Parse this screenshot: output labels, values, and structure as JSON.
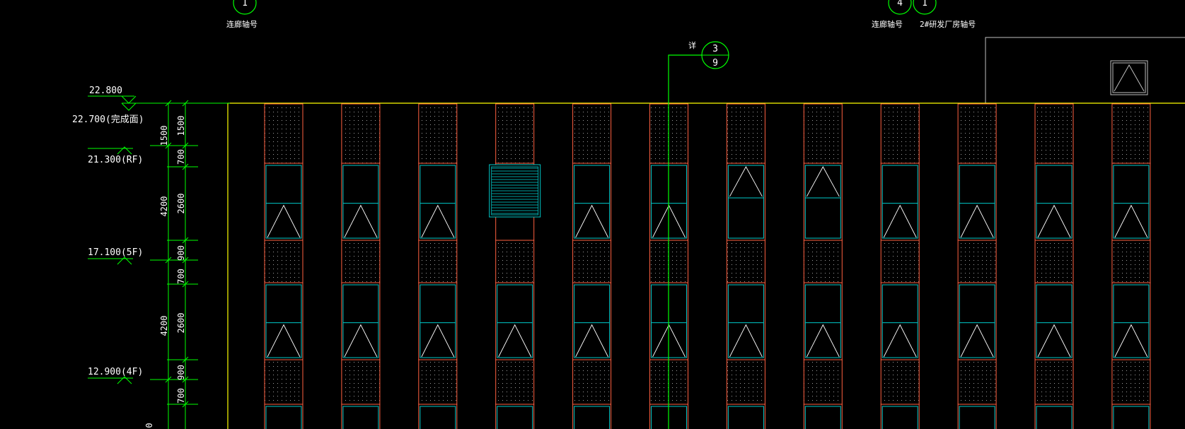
{
  "colors": {
    "background": "#000000",
    "outline": "#ffff00",
    "panel": "#ff6040",
    "panel_dots": "#a0a0a0",
    "window_frame": "#00c8c8",
    "window_sash": "#ffffff",
    "axis_line": "#00ff00",
    "text": "#ffffff",
    "dim_line": "#00ff00",
    "roof_box": "#c0c0c0"
  },
  "axis_labels": {
    "left": "连廊轴号",
    "right_a": "连廊轴号",
    "right_b": "2#研发厂房轴号"
  },
  "axis_bubbles": {
    "left": "1",
    "right_a": "4",
    "right_b": "1"
  },
  "section_marker": {
    "prefix": "详",
    "top": "3",
    "bottom": "9"
  },
  "levels": [
    {
      "label": "22.800",
      "note": "top"
    },
    {
      "label": "22.700(完成面)",
      "note": "finish"
    },
    {
      "label": "21.300(RF)",
      "note": "roof"
    },
    {
      "label": "17.100(5F)",
      "note": "5F"
    },
    {
      "label": "12.900(4F)",
      "note": "4F"
    }
  ],
  "dimensions_outer": [
    "1500",
    "4200",
    "4200"
  ],
  "dimensions_inner": [
    "1500",
    "700",
    "2600",
    "900",
    "700",
    "2600",
    "900",
    "700"
  ],
  "edge_text": "0",
  "window_columns": [
    {
      "upper_row": "normal",
      "lower_row": "normal"
    },
    {
      "upper_row": "normal",
      "lower_row": "normal"
    },
    {
      "upper_row": "normal",
      "lower_row": "normal"
    },
    {
      "upper_row": "louver",
      "lower_row": "normal"
    },
    {
      "upper_row": "normal",
      "lower_row": "normal"
    },
    {
      "upper_row": "normal",
      "lower_row": "normal"
    },
    {
      "upper_row": "inverted",
      "lower_row": "normal"
    },
    {
      "upper_row": "inverted",
      "lower_row": "normal"
    },
    {
      "upper_row": "normal",
      "lower_row": "normal"
    },
    {
      "upper_row": "normal",
      "lower_row": "normal"
    },
    {
      "upper_row": "normal",
      "lower_row": "normal"
    },
    {
      "upper_row": "normal",
      "lower_row": "normal"
    }
  ]
}
